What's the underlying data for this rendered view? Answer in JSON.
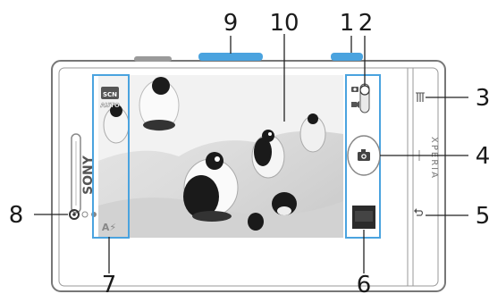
{
  "device": {
    "brand": "SONY",
    "model_mark": "XPERIA"
  },
  "left_panel": {
    "scene_label": "SCN",
    "scene_value": "AUTO"
  },
  "callouts": [
    {
      "id": "1",
      "label": "1"
    },
    {
      "id": "2",
      "label": "2"
    },
    {
      "id": "3",
      "label": "3"
    },
    {
      "id": "4",
      "label": "4"
    },
    {
      "id": "5",
      "label": "5"
    },
    {
      "id": "6",
      "label": "6"
    },
    {
      "id": "7",
      "label": "7"
    },
    {
      "id": "8",
      "label": "8"
    },
    {
      "id": "9",
      "label": "9"
    },
    {
      "id": "10",
      "label": "10"
    }
  ],
  "icons": {
    "scene": "scene-mode-icon",
    "flash": "auto-flash-icon",
    "camera_mode": "camera-mode-icon",
    "video_mode": "video-mode-icon",
    "shutter": "shutter-camera-icon",
    "gallery": "gallery-thumbnail-icon",
    "menu": "menu-icon",
    "back": "back-icon",
    "front_camera": "front-camera-icon"
  },
  "colors": {
    "highlight": "#4aa3df",
    "phone_outline": "#777777",
    "callout_line": "#222222"
  }
}
